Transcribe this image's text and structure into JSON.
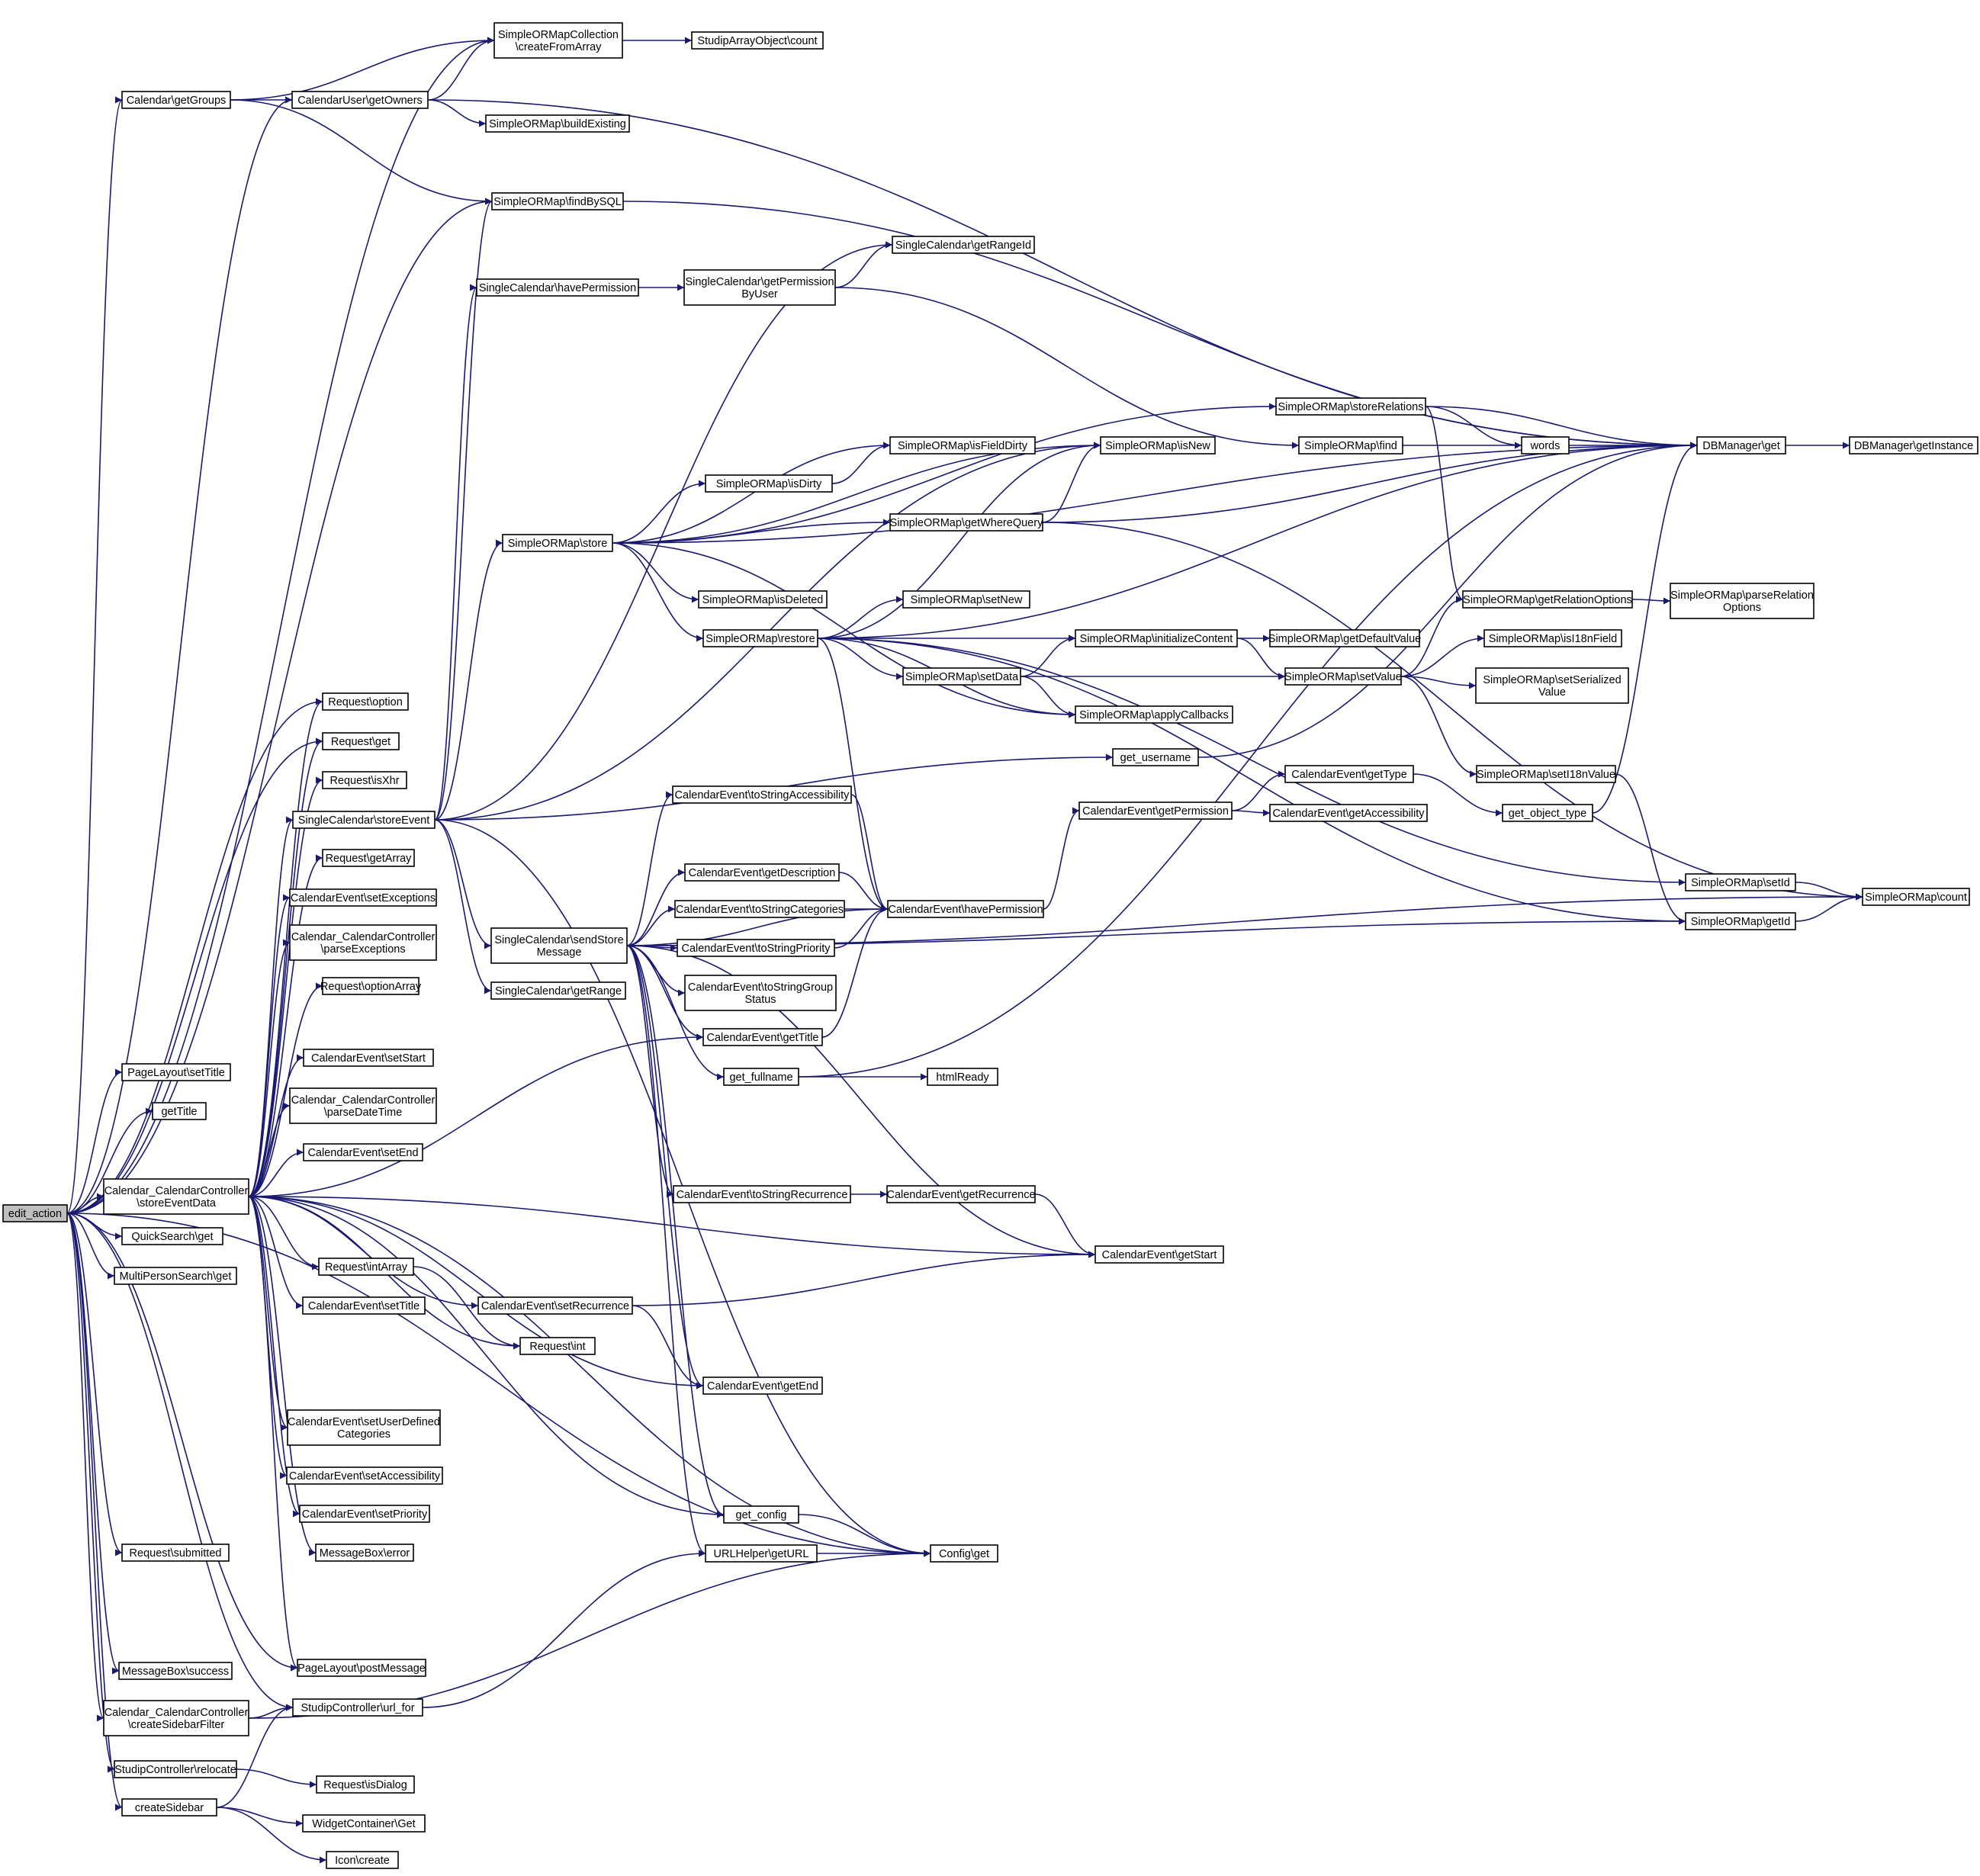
{
  "colors": {
    "edge": "#191970",
    "node_border": "#000000",
    "node_fill": "#ffffff",
    "root_fill": "#bfbfbf"
  },
  "nodes": {
    "n0": {
      "lines": [
        "edit_action"
      ]
    },
    "n1": {
      "lines": [
        "SimpleORMapCollection",
        "\\createFromArray"
      ]
    },
    "n2": {
      "lines": [
        "StudipArrayObject\\count"
      ]
    },
    "n3": {
      "lines": [
        "Calendar\\getGroups"
      ]
    },
    "n4": {
      "lines": [
        "CalendarUser\\getOwners"
      ]
    },
    "n5": {
      "lines": [
        "SimpleORMap\\buildExisting"
      ]
    },
    "n6": {
      "lines": [
        "SimpleORMap\\findBySQL"
      ]
    },
    "n7": {
      "lines": [
        "SingleCalendar\\getRangeId"
      ]
    },
    "n8": {
      "lines": [
        "SingleCalendar\\havePermission"
      ]
    },
    "n9": {
      "lines": [
        "SingleCalendar\\getPermission",
        "ByUser"
      ]
    },
    "n10": {
      "lines": [
        "SimpleORMap\\storeRelations"
      ]
    },
    "n11": {
      "lines": [
        "DBManager\\get"
      ]
    },
    "n12": {
      "lines": [
        "DBManager\\getInstance"
      ]
    },
    "n13": {
      "lines": [
        "SimpleORMap\\find"
      ]
    },
    "n14": {
      "lines": [
        "words"
      ]
    },
    "n15": {
      "lines": [
        "SimpleORMap\\isFieldDirty"
      ]
    },
    "n16": {
      "lines": [
        "SimpleORMap\\isNew"
      ]
    },
    "n17": {
      "lines": [
        "SimpleORMap\\isDirty"
      ]
    },
    "n18": {
      "lines": [
        "SimpleORMap\\store"
      ]
    },
    "n19": {
      "lines": [
        "SimpleORMap\\getWhereQuery"
      ]
    },
    "n20": {
      "lines": [
        "SimpleORMap\\isDeleted"
      ]
    },
    "n21": {
      "lines": [
        "SimpleORMap\\setNew"
      ]
    },
    "n22": {
      "lines": [
        "SimpleORMap\\getRelationOptions"
      ]
    },
    "n23": {
      "lines": [
        "SimpleORMap\\parseRelation",
        "Options"
      ]
    },
    "n24": {
      "lines": [
        "SimpleORMap\\restore"
      ]
    },
    "n25": {
      "lines": [
        "SimpleORMap\\initializeContent"
      ]
    },
    "n26": {
      "lines": [
        "SimpleORMap\\getDefaultValue"
      ]
    },
    "n27": {
      "lines": [
        "SimpleORMap\\isI18nField"
      ]
    },
    "n28": {
      "lines": [
        "SimpleORMap\\setData"
      ]
    },
    "n29": {
      "lines": [
        "SimpleORMap\\setValue"
      ]
    },
    "n30": {
      "lines": [
        "SimpleORMap\\setSerialized",
        "Value"
      ]
    },
    "n31": {
      "lines": [
        "SimpleORMap\\applyCallbacks"
      ]
    },
    "n32": {
      "lines": [
        "Request\\option"
      ]
    },
    "n33": {
      "lines": [
        "Request\\get"
      ]
    },
    "n34": {
      "lines": [
        "get_username"
      ]
    },
    "n35": {
      "lines": [
        "SimpleORMap\\setI18nValue"
      ]
    },
    "n36": {
      "lines": [
        "Request\\isXhr"
      ]
    },
    "n37": {
      "lines": [
        "CalendarEvent\\getType"
      ]
    },
    "n38": {
      "lines": [
        "SingleCalendar\\storeEvent"
      ]
    },
    "n39": {
      "lines": [
        "CalendarEvent\\toStringAccessibility"
      ]
    },
    "n40": {
      "lines": [
        "CalendarEvent\\getPermission"
      ]
    },
    "n41": {
      "lines": [
        "CalendarEvent\\getAccessibility"
      ]
    },
    "n42": {
      "lines": [
        "get_object_type"
      ]
    },
    "n43": {
      "lines": [
        "Request\\getArray"
      ]
    },
    "n44": {
      "lines": [
        "CalendarEvent\\getDescription"
      ]
    },
    "n45": {
      "lines": [
        "SimpleORMap\\setId"
      ]
    },
    "n46": {
      "lines": [
        "CalendarEvent\\setExceptions"
      ]
    },
    "n47": {
      "lines": [
        "SimpleORMap\\count"
      ]
    },
    "n48": {
      "lines": [
        "CalendarEvent\\toStringCategories"
      ]
    },
    "n49": {
      "lines": [
        "CalendarEvent\\havePermission"
      ]
    },
    "n50": {
      "lines": [
        "Calendar_CalendarController",
        "\\parseExceptions"
      ]
    },
    "n51": {
      "lines": [
        "SingleCalendar\\sendStore",
        "Message"
      ]
    },
    "n52": {
      "lines": [
        "SimpleORMap\\getId"
      ]
    },
    "n53": {
      "lines": [
        "CalendarEvent\\toStringPriority"
      ]
    },
    "n54": {
      "lines": [
        "Request\\optionArray"
      ]
    },
    "n55": {
      "lines": [
        "CalendarEvent\\toStringGroup",
        "Status"
      ]
    },
    "n56": {
      "lines": [
        "SingleCalendar\\getRange"
      ]
    },
    "n57": {
      "lines": [
        "CalendarEvent\\getTitle"
      ]
    },
    "n58": {
      "lines": [
        "PageLayout\\setTitle"
      ]
    },
    "n59": {
      "lines": [
        "CalendarEvent\\setStart"
      ]
    },
    "n60": {
      "lines": [
        "get_fullname"
      ]
    },
    "n61": {
      "lines": [
        "htmlReady"
      ]
    },
    "n62": {
      "lines": [
        "getTitle"
      ]
    },
    "n63": {
      "lines": [
        "Calendar_CalendarController",
        "\\parseDateTime"
      ]
    },
    "n64": {
      "lines": [
        "CalendarEvent\\setEnd"
      ]
    },
    "n65": {
      "lines": [
        "Calendar_CalendarController",
        "\\storeEventData"
      ]
    },
    "n66": {
      "lines": [
        "CalendarEvent\\toStringRecurrence"
      ]
    },
    "n67": {
      "lines": [
        "CalendarEvent\\getRecurrence"
      ]
    },
    "n68": {
      "lines": [
        "QuickSearch\\get"
      ]
    },
    "n69": {
      "lines": [
        "CalendarEvent\\getStart"
      ]
    },
    "n70": {
      "lines": [
        "MultiPersonSearch\\get"
      ]
    },
    "n71": {
      "lines": [
        "Request\\intArray"
      ]
    },
    "n72": {
      "lines": [
        "CalendarEvent\\setTitle"
      ]
    },
    "n73": {
      "lines": [
        "CalendarEvent\\setRecurrence"
      ]
    },
    "n74": {
      "lines": [
        "Request\\int"
      ]
    },
    "n75": {
      "lines": [
        "CalendarEvent\\getEnd"
      ]
    },
    "n76": {
      "lines": [
        "CalendarEvent\\setUserDefined",
        "Categories"
      ]
    },
    "n77": {
      "lines": [
        "CalendarEvent\\setAccessibility"
      ]
    },
    "n78": {
      "lines": [
        "CalendarEvent\\setPriority"
      ]
    },
    "n79": {
      "lines": [
        "get_config"
      ]
    },
    "n80": {
      "lines": [
        "MessageBox\\error"
      ]
    },
    "n81": {
      "lines": [
        "Request\\submitted"
      ]
    },
    "n82": {
      "lines": [
        "URLHelper\\getURL"
      ]
    },
    "n83": {
      "lines": [
        "Config\\get"
      ]
    },
    "n84": {
      "lines": [
        "PageLayout\\postMessage"
      ]
    },
    "n85": {
      "lines": [
        "MessageBox\\success"
      ]
    },
    "n86": {
      "lines": [
        "Calendar_CalendarController",
        "\\createSidebarFilter"
      ]
    },
    "n87": {
      "lines": [
        "StudipController\\url_for"
      ]
    },
    "n88": {
      "lines": [
        "StudipController\\relocate"
      ]
    },
    "n89": {
      "lines": [
        "Request\\isDialog"
      ]
    },
    "n90": {
      "lines": [
        "createSidebar"
      ]
    },
    "n91": {
      "lines": [
        "WidgetContainer\\Get"
      ]
    },
    "n92": {
      "lines": [
        "Icon\\create"
      ]
    }
  },
  "edges": [
    [
      "n0",
      "n1"
    ],
    [
      "n0",
      "n3"
    ],
    [
      "n0",
      "n4"
    ],
    [
      "n0",
      "n6"
    ],
    [
      "n0",
      "n32"
    ],
    [
      "n0",
      "n33"
    ],
    [
      "n0",
      "n58"
    ],
    [
      "n0",
      "n62"
    ],
    [
      "n0",
      "n65"
    ],
    [
      "n0",
      "n68"
    ],
    [
      "n0",
      "n70"
    ],
    [
      "n0",
      "n81"
    ],
    [
      "n0",
      "n83"
    ],
    [
      "n0",
      "n84"
    ],
    [
      "n0",
      "n85"
    ],
    [
      "n0",
      "n86"
    ],
    [
      "n0",
      "n87"
    ],
    [
      "n0",
      "n88"
    ],
    [
      "n0",
      "n90"
    ],
    [
      "n1",
      "n2"
    ],
    [
      "n3",
      "n1"
    ],
    [
      "n3",
      "n4"
    ],
    [
      "n3",
      "n6"
    ],
    [
      "n4",
      "n1"
    ],
    [
      "n4",
      "n5"
    ],
    [
      "n4",
      "n11"
    ],
    [
      "n6",
      "n11"
    ],
    [
      "n8",
      "n9"
    ],
    [
      "n9",
      "n7"
    ],
    [
      "n9",
      "n13"
    ],
    [
      "n10",
      "n11"
    ],
    [
      "n10",
      "n14"
    ],
    [
      "n10",
      "n22"
    ],
    [
      "n11",
      "n12"
    ],
    [
      "n13",
      "n11"
    ],
    [
      "n17",
      "n15"
    ],
    [
      "n18",
      "n10"
    ],
    [
      "n18",
      "n11"
    ],
    [
      "n18",
      "n15"
    ],
    [
      "n18",
      "n16"
    ],
    [
      "n18",
      "n17"
    ],
    [
      "n18",
      "n19"
    ],
    [
      "n18",
      "n20"
    ],
    [
      "n18",
      "n24"
    ],
    [
      "n18",
      "n31"
    ],
    [
      "n19",
      "n16"
    ],
    [
      "n19",
      "n11"
    ],
    [
      "n19",
      "n47"
    ],
    [
      "n22",
      "n23"
    ],
    [
      "n24",
      "n21"
    ],
    [
      "n24",
      "n25"
    ],
    [
      "n24",
      "n28"
    ],
    [
      "n24",
      "n31"
    ],
    [
      "n24",
      "n16"
    ],
    [
      "n24",
      "n11"
    ],
    [
      "n24",
      "n45"
    ],
    [
      "n24",
      "n52"
    ],
    [
      "n24",
      "n49"
    ],
    [
      "n25",
      "n26"
    ],
    [
      "n25",
      "n29"
    ],
    [
      "n28",
      "n29"
    ],
    [
      "n28",
      "n25"
    ],
    [
      "n28",
      "n31"
    ],
    [
      "n29",
      "n22"
    ],
    [
      "n29",
      "n27"
    ],
    [
      "n29",
      "n30"
    ],
    [
      "n29",
      "n35"
    ],
    [
      "n34",
      "n11"
    ],
    [
      "n35",
      "n52"
    ],
    [
      "n37",
      "n42"
    ],
    [
      "n38",
      "n6"
    ],
    [
      "n38",
      "n7"
    ],
    [
      "n38",
      "n8"
    ],
    [
      "n38",
      "n16"
    ],
    [
      "n38",
      "n18"
    ],
    [
      "n38",
      "n34"
    ],
    [
      "n38",
      "n51"
    ],
    [
      "n38",
      "n56"
    ],
    [
      "n38",
      "n83"
    ],
    [
      "n39",
      "n49"
    ],
    [
      "n40",
      "n37"
    ],
    [
      "n40",
      "n41"
    ],
    [
      "n42",
      "n11"
    ],
    [
      "n44",
      "n49"
    ],
    [
      "n45",
      "n47"
    ],
    [
      "n48",
      "n49"
    ],
    [
      "n49",
      "n40"
    ],
    [
      "n51",
      "n39"
    ],
    [
      "n51",
      "n44"
    ],
    [
      "n51",
      "n48"
    ],
    [
      "n51",
      "n53"
    ],
    [
      "n51",
      "n55"
    ],
    [
      "n51",
      "n57"
    ],
    [
      "n51",
      "n60"
    ],
    [
      "n51",
      "n66"
    ],
    [
      "n51",
      "n69"
    ],
    [
      "n51",
      "n75"
    ],
    [
      "n51",
      "n79"
    ],
    [
      "n51",
      "n82"
    ],
    [
      "n51",
      "n52"
    ],
    [
      "n51",
      "n47"
    ],
    [
      "n51",
      "n49"
    ],
    [
      "n52",
      "n47"
    ],
    [
      "n53",
      "n49"
    ],
    [
      "n57",
      "n49"
    ],
    [
      "n60",
      "n61"
    ],
    [
      "n60",
      "n11"
    ],
    [
      "n65",
      "n32"
    ],
    [
      "n65",
      "n33"
    ],
    [
      "n65",
      "n36"
    ],
    [
      "n65",
      "n38"
    ],
    [
      "n65",
      "n43"
    ],
    [
      "n65",
      "n46"
    ],
    [
      "n65",
      "n50"
    ],
    [
      "n65",
      "n54"
    ],
    [
      "n65",
      "n57"
    ],
    [
      "n65",
      "n59"
    ],
    [
      "n65",
      "n63"
    ],
    [
      "n65",
      "n64"
    ],
    [
      "n65",
      "n69"
    ],
    [
      "n65",
      "n71"
    ],
    [
      "n65",
      "n72"
    ],
    [
      "n65",
      "n73"
    ],
    [
      "n65",
      "n74"
    ],
    [
      "n65",
      "n75"
    ],
    [
      "n65",
      "n76"
    ],
    [
      "n65",
      "n77"
    ],
    [
      "n65",
      "n78"
    ],
    [
      "n65",
      "n79"
    ],
    [
      "n65",
      "n80"
    ],
    [
      "n65",
      "n84"
    ],
    [
      "n65",
      "n83"
    ],
    [
      "n66",
      "n67"
    ],
    [
      "n67",
      "n69"
    ],
    [
      "n71",
      "n74"
    ],
    [
      "n73",
      "n69"
    ],
    [
      "n73",
      "n75"
    ],
    [
      "n79",
      "n83"
    ],
    [
      "n82",
      "n83"
    ],
    [
      "n86",
      "n87"
    ],
    [
      "n86",
      "n83"
    ],
    [
      "n87",
      "n82"
    ],
    [
      "n88",
      "n89"
    ],
    [
      "n90",
      "n87"
    ],
    [
      "n90",
      "n91"
    ],
    [
      "n90",
      "n92"
    ]
  ]
}
